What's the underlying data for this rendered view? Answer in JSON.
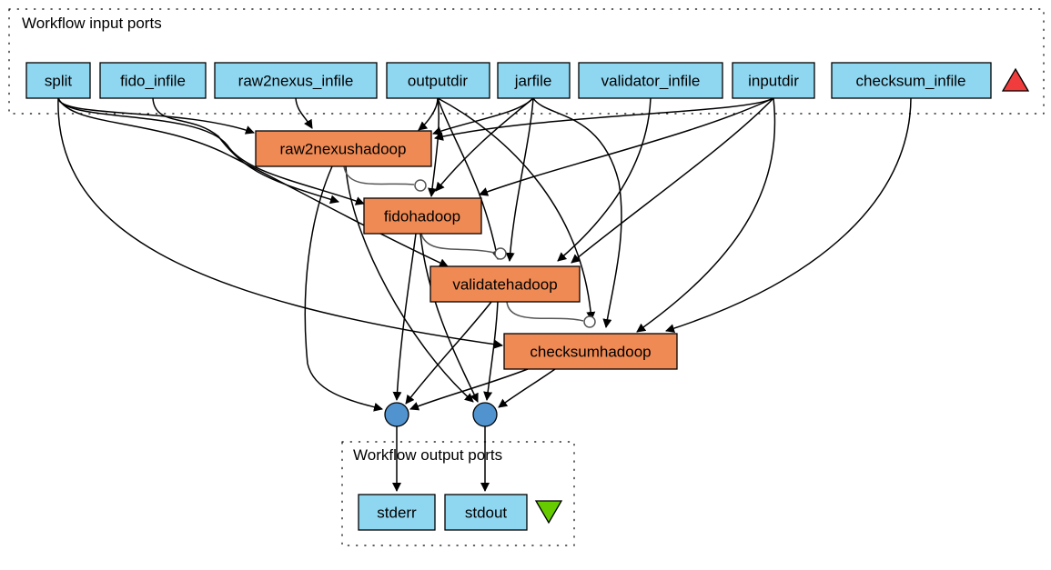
{
  "diagram": {
    "input_cluster_label": "Workflow input ports",
    "output_cluster_label": "Workflow output ports",
    "input_ports": [
      {
        "id": "split",
        "label": "split"
      },
      {
        "id": "fido_infile",
        "label": "fido_infile"
      },
      {
        "id": "raw2nexus_infile",
        "label": "raw2nexus_infile"
      },
      {
        "id": "outputdir",
        "label": "outputdir"
      },
      {
        "id": "jarfile",
        "label": "jarfile"
      },
      {
        "id": "validator_infile",
        "label": "validator_infile"
      },
      {
        "id": "inputdir",
        "label": "inputdir"
      },
      {
        "id": "checksum_infile",
        "label": "checksum_infile"
      }
    ],
    "processors": [
      {
        "id": "raw2nexushadoop",
        "label": "raw2nexushadoop"
      },
      {
        "id": "fidohadoop",
        "label": "fidohadoop"
      },
      {
        "id": "validatehadoop",
        "label": "validatehadoop"
      },
      {
        "id": "checksumhadoop",
        "label": "checksumhadoop"
      }
    ],
    "merge_nodes": [
      {
        "id": "merge_stderr"
      },
      {
        "id": "merge_stdout"
      }
    ],
    "output_ports": [
      {
        "id": "stderr",
        "label": "stderr"
      },
      {
        "id": "stdout",
        "label": "stdout"
      }
    ],
    "input_marker_icon": "triangle-up-icon",
    "output_marker_icon": "triangle-down-icon",
    "colors": {
      "port_fill": "#8fd6f0",
      "processor_fill": "#f08a54",
      "merge_fill": "#5093cf",
      "input_marker": "#f03c3c",
      "output_marker": "#66cc00"
    },
    "data_links": [
      [
        "split",
        "raw2nexushadoop"
      ],
      [
        "split",
        "fidohadoop"
      ],
      [
        "split",
        "validatehadoop"
      ],
      [
        "split",
        "checksumhadoop"
      ],
      [
        "fido_infile",
        "fidohadoop"
      ],
      [
        "raw2nexus_infile",
        "raw2nexushadoop"
      ],
      [
        "outputdir",
        "raw2nexushadoop"
      ],
      [
        "outputdir",
        "fidohadoop"
      ],
      [
        "outputdir",
        "validatehadoop"
      ],
      [
        "outputdir",
        "checksumhadoop"
      ],
      [
        "jarfile",
        "raw2nexushadoop"
      ],
      [
        "jarfile",
        "fidohadoop"
      ],
      [
        "jarfile",
        "validatehadoop"
      ],
      [
        "jarfile",
        "checksumhadoop"
      ],
      [
        "validator_infile",
        "validatehadoop"
      ],
      [
        "inputdir",
        "raw2nexushadoop"
      ],
      [
        "inputdir",
        "fidohadoop"
      ],
      [
        "inputdir",
        "validatehadoop"
      ],
      [
        "inputdir",
        "checksumhadoop"
      ],
      [
        "checksum_infile",
        "checksumhadoop"
      ],
      [
        "raw2nexushadoop",
        "merge_stderr"
      ],
      [
        "raw2nexushadoop",
        "merge_stdout"
      ],
      [
        "fidohadoop",
        "merge_stderr"
      ],
      [
        "fidohadoop",
        "merge_stdout"
      ],
      [
        "validatehadoop",
        "merge_stderr"
      ],
      [
        "validatehadoop",
        "merge_stdout"
      ],
      [
        "checksumhadoop",
        "merge_stderr"
      ],
      [
        "checksumhadoop",
        "merge_stdout"
      ],
      [
        "merge_stderr",
        "stderr"
      ],
      [
        "merge_stdout",
        "stdout"
      ]
    ],
    "control_links": [
      [
        "raw2nexushadoop",
        "fidohadoop"
      ],
      [
        "fidohadoop",
        "validatehadoop"
      ],
      [
        "validatehadoop",
        "checksumhadoop"
      ]
    ]
  }
}
